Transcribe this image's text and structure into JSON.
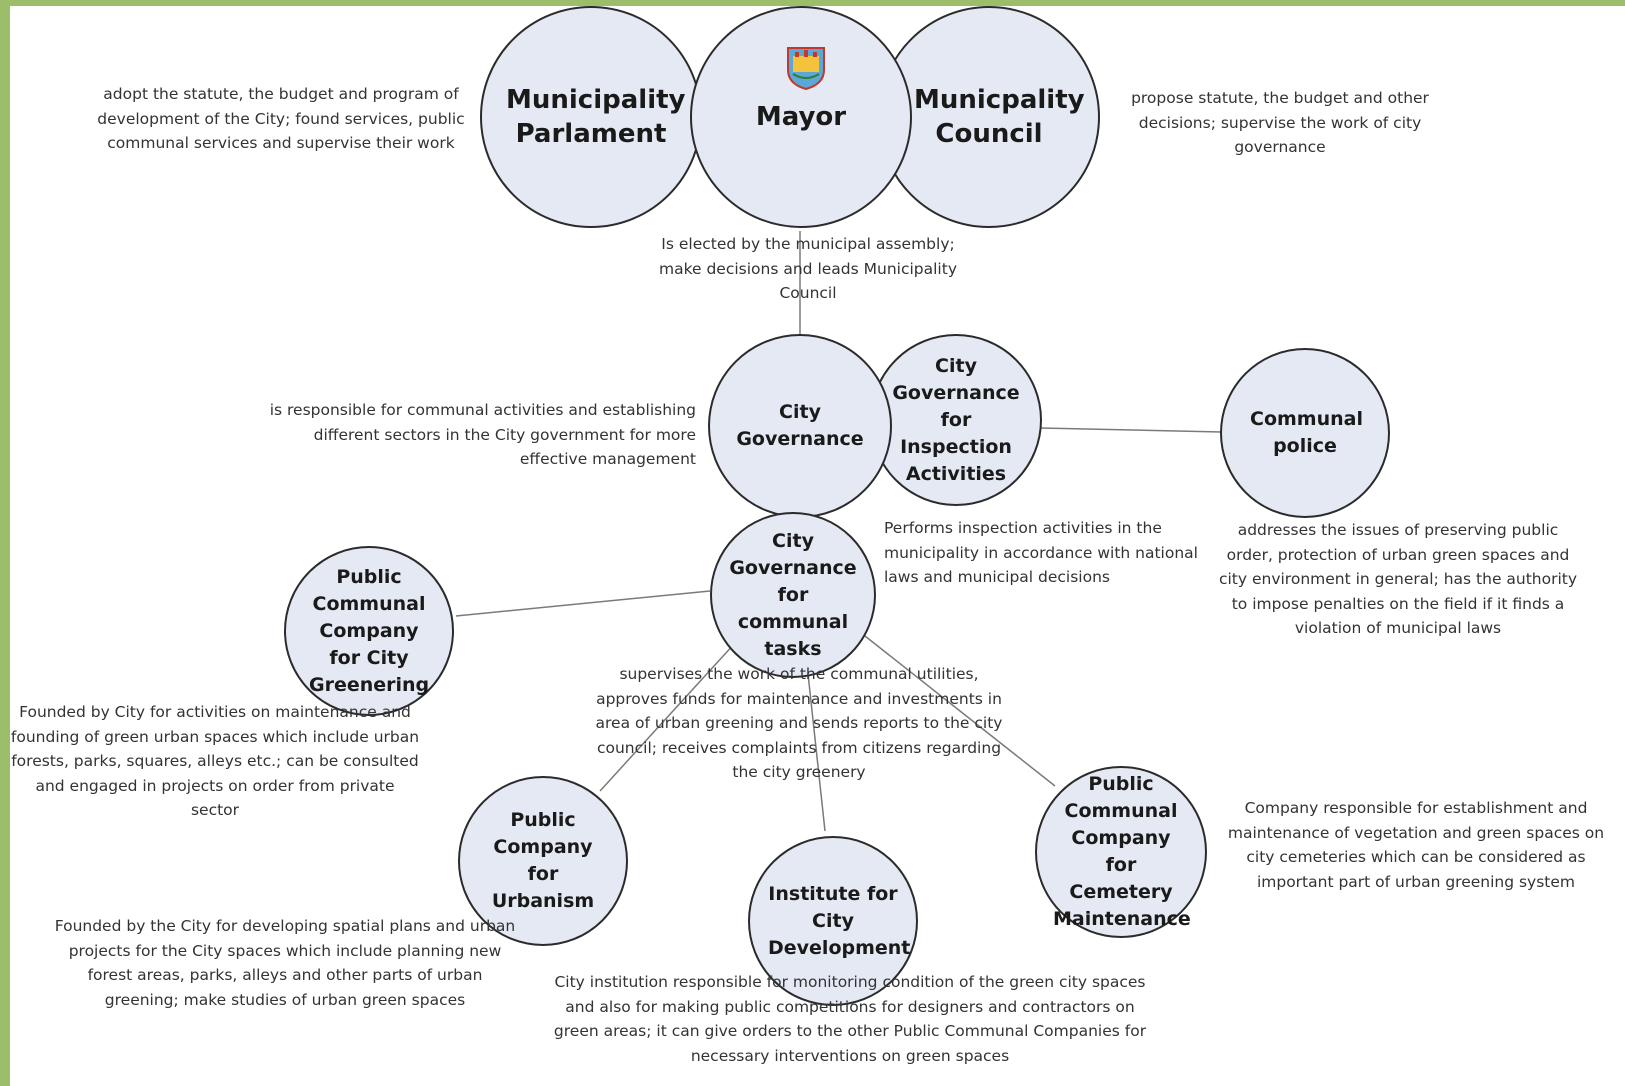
{
  "nodes": {
    "parliament": "Municipality Parlament",
    "mayor": "Mayor",
    "council": "Municpality Council",
    "city_governance": "City Governance",
    "inspection": "City Governance for Inspection Activities",
    "communal_police": "Communal police",
    "communal_tasks": "City Governance for communal tasks",
    "greenering": "Public Communal Company for City Greenering",
    "urbanism": "Public Company for Urbanism",
    "institute": "Institute for City Development",
    "cemetery": "Public Communal Company for Cemetery Maintenance"
  },
  "descriptions": {
    "parliament": "adopt the statute, the budget and program of development of the City; found services, public communal services and supervise their work",
    "council": "propose statute, the budget and other decisions; supervise the work of city governance",
    "mayor": "Is elected by the municipal assembly; make decisions and leads Municipality Council",
    "city_governance": "is responsible for communal activities and establishing different sectors in the City government for more effective management",
    "inspection": "Performs inspection activities  in the municipality in accordance with national laws and municipal decisions",
    "communal_police": "addresses the issues of preserving public order, protection of urban green spaces and city environment in general; has the authority to impose penalties on the field if it finds a violation of municipal laws",
    "communal_tasks": "supervises the work of the communal utilities, approves funds for maintenance and investments in area of urban greening and sends reports to the city council; receives complaints from citizens regarding the city greenery",
    "greenering": "Founded by City for activities on maintenance and founding of green urban spaces which include urban forests, parks, squares, alleys etc.; can be consulted and engaged in projects on order from private sector",
    "urbanism": "Founded by the City for developing spatial plans and urban projects for the City spaces which include planning new forest areas, parks, alleys and other parts of urban greening; make studies of urban green spaces",
    "cemetery": "Company responsible for establishment and maintenance of vegetation and green spaces on city cemeteries which can be considered as important part of urban greening system",
    "institute": "City institution responsible for monitoring condition of the green city spaces and also for making public competitions for designers and contractors on green areas; it can give orders to the other Public Communal Companies for necessary interventions on green spaces"
  },
  "icons": {
    "logo": "city-coat-of-arms-icon"
  },
  "colors": {
    "node_fill": "#e4e9f3",
    "node_stroke": "#2b2b2b",
    "border": "#9cbe6a"
  }
}
